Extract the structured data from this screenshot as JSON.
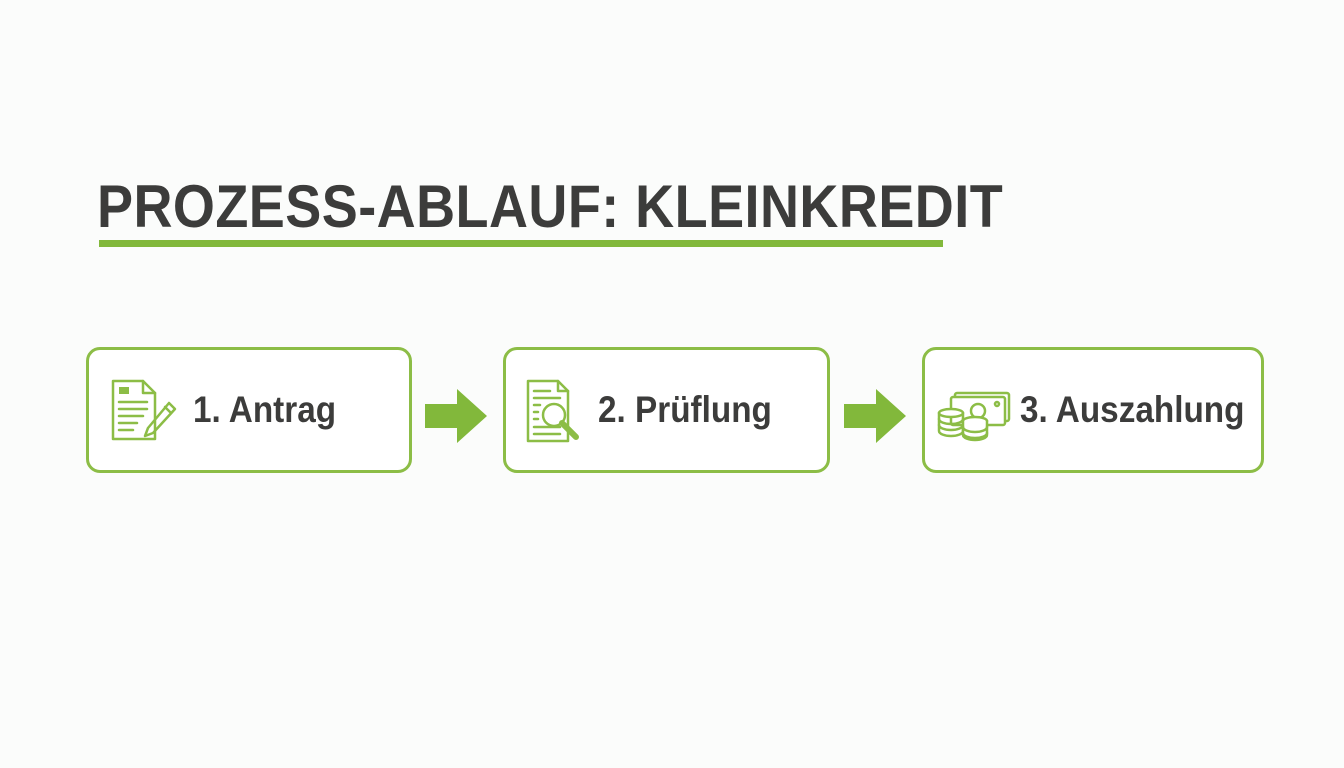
{
  "title": "PROZESS-ABLAUF: KLEINKREDIT",
  "colors": {
    "accent": "#82b83b",
    "text": "#3c3c3b",
    "background": "#fbfcfb"
  },
  "steps": [
    {
      "label": "1. Antrag",
      "icon": "application-form-pen-icon"
    },
    {
      "label": "2. Prüflung",
      "icon": "document-magnifier-icon"
    },
    {
      "label": "3. Auszahlung",
      "icon": "money-coins-icon"
    }
  ],
  "connectors": [
    "arrow-right-icon",
    "arrow-right-icon"
  ]
}
